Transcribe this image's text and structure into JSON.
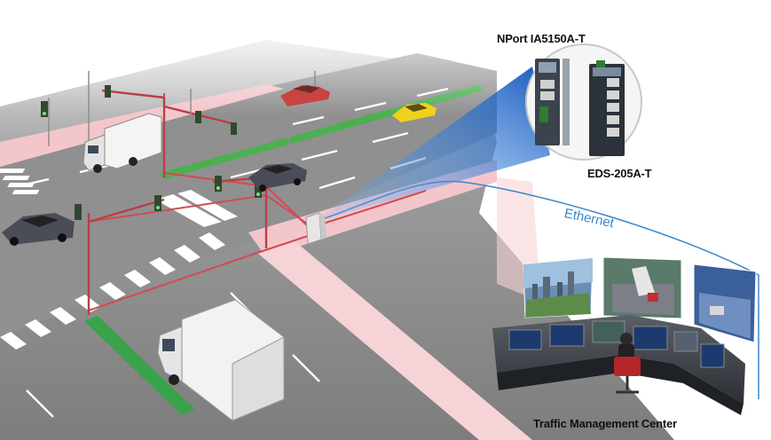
{
  "labels": {
    "nport": "NPort IA5150A-T",
    "eds": "EDS-205A-T",
    "ethernet": "Ethernet",
    "tmc": "Traffic Management Center"
  },
  "colors": {
    "road": "#8c8c8c",
    "sidewalk_pink": "#f4c2c8",
    "fiber_red": "#d44a50",
    "ethernet_blue": "#3a87c8",
    "beam_blue": "#1f6fd1",
    "median_green": "#3aa24a"
  }
}
